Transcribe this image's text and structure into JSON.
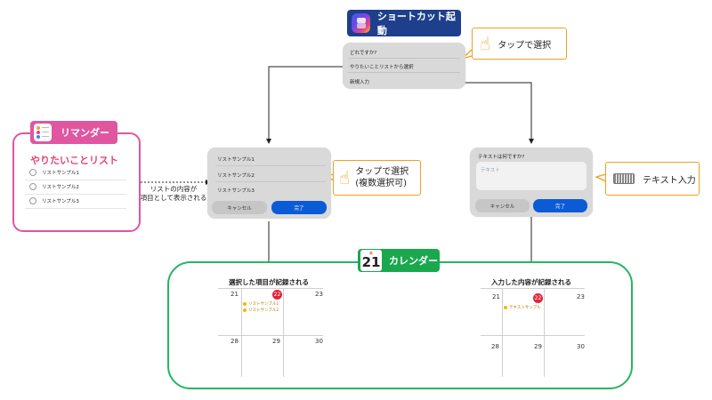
{
  "shortcut": {
    "title": "ショートカット起動"
  },
  "menu": {
    "question": "どれですか?",
    "option1": "やりたいことリストから選択",
    "option2": "新規入力"
  },
  "callouts": {
    "tap": "タップで選択",
    "tap_multi_line1": "タップで選択",
    "tap_multi_line2": "(複数選択可)",
    "text_input": "テキスト入力"
  },
  "reminder": {
    "app_name": "リマンダー",
    "list_title": "やりたいことリスト",
    "items": [
      "リストサンプル1",
      "リストサンプル2",
      "リストサンプル3"
    ],
    "icon_dot_colors": [
      "#f5a623",
      "#e0457b",
      "#3b82f6"
    ]
  },
  "flow_note": {
    "line1": "リストの内容が",
    "line2": "項目として表示される"
  },
  "list_sheet": {
    "items": [
      "リストサンプル1",
      "リストサンプル2",
      "リストサンプル3"
    ],
    "cancel": "キャンセル",
    "done": "完了"
  },
  "text_sheet": {
    "question": "テキストは何ですか?",
    "placeholder": "テキスト",
    "cancel": "キャンセル",
    "done": "完了"
  },
  "calendar": {
    "app_name": "カレンダー",
    "icon_weekday": "水",
    "icon_day": "21",
    "left": {
      "title": "選択した項目が記録される",
      "days": [
        "21",
        "22",
        "23",
        "28",
        "29",
        "30"
      ],
      "events": [
        "リストサンプル1",
        "リストサンプル2"
      ]
    },
    "right": {
      "title": "入力した内容が記録される",
      "days": [
        "21",
        "22",
        "23",
        "28",
        "29",
        "30"
      ],
      "events": [
        "テキストサンプル"
      ]
    }
  },
  "colors": {
    "shortcut": "#1d3f8c",
    "reminder": "#e056a0",
    "calendar": "#1aa84f",
    "callout_border": "#f0a020",
    "done_button": "#0b5bd7",
    "today": "#e0243a"
  }
}
